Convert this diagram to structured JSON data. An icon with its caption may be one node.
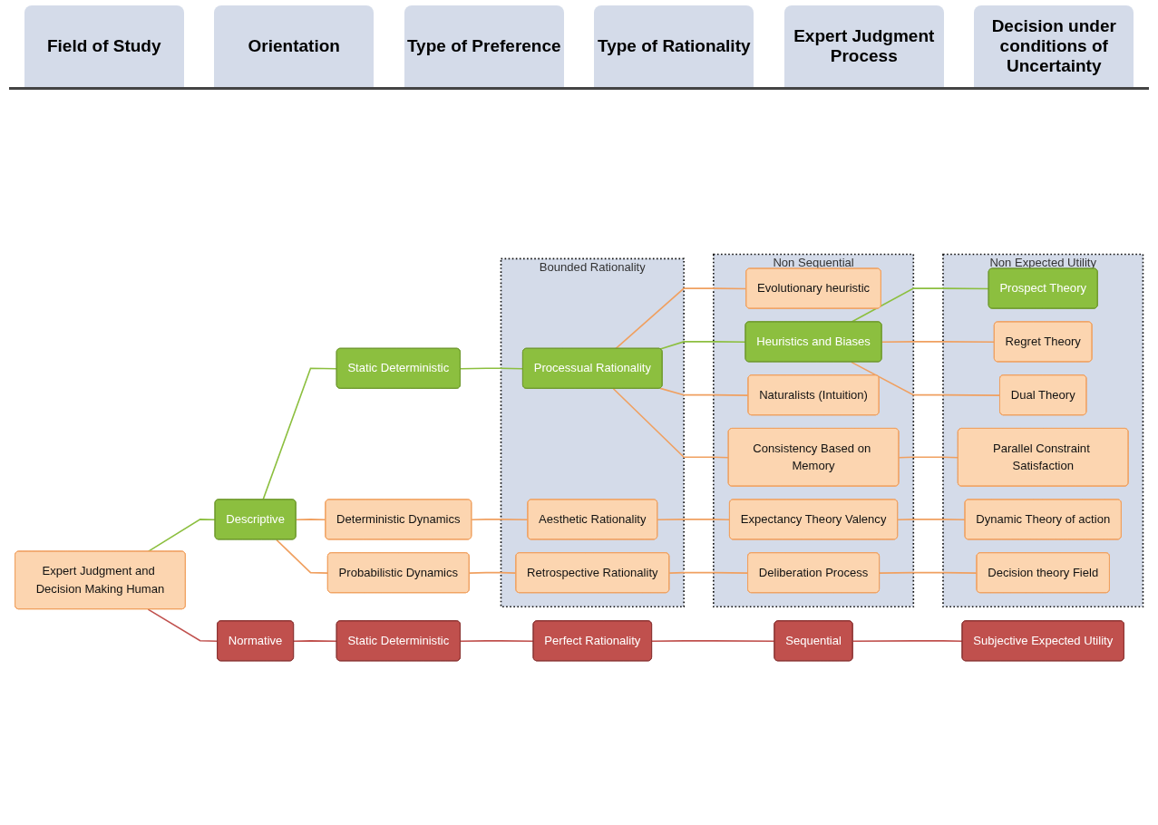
{
  "diagram": {
    "nodes": [
      {
        "text": [
          "Expert Judgment and Decision Making Human"
        ]
      },
      {
        "text": [
          "Normative"
        ]
      },
      {
        "text": [
          "Descriptive"
        ]
      },
      {
        "text": [
          "Static Deterministic"
        ]
      },
      {
        "text": [
          "Static Deterministic"
        ]
      },
      {
        "text": [
          "Deterministic Dynamics"
        ]
      },
      {
        "text": [
          "Probabilistic Dynamics"
        ]
      },
      {
        "text": [
          "Perfect Rationality"
        ]
      },
      {
        "text": [
          "Bounded Rationality"
        ]
      },
      {
        "text": [
          "Processual Rationality"
        ],
        "in": 8
      },
      {
        "text": [
          "Aesthetic Rationality"
        ],
        "in": 8
      },
      {
        "text": [
          "Retrospective Rationality"
        ],
        "in": 8
      },
      {
        "text": [
          "Sequential"
        ]
      },
      {
        "text": [
          "Non Sequential"
        ]
      },
      {
        "text": [
          "Evolutionary heuristic"
        ],
        "in": 13
      },
      {
        "text": [
          "Heuristics and Biases"
        ],
        "in": 13
      },
      {
        "text": [
          "Naturalists (Intuition)"
        ],
        "in": 13
      },
      {
        "text": [
          "Consistency Based on Memory"
        ],
        "in": 13
      },
      {
        "text": [
          "Expectancy Theory Valency"
        ],
        "in": 13
      },
      {
        "text": [
          "Deliberation Process"
        ],
        "in": 13
      },
      {
        "text": [
          "Subjective Expected Utility"
        ]
      },
      {
        "text": [
          "Non Expected Utility"
        ]
      },
      {
        "text": [
          "Prospect Theory"
        ],
        "in": 21
      },
      {
        "text": [
          "Regret Theory"
        ],
        "in": 21
      },
      {
        "text": [
          "Dual Theory"
        ],
        "in": 21
      },
      {
        "text": [
          "Parallel Constraint Satisfaction"
        ],
        "in": 21
      },
      {
        "text": [
          "Dynamic Theory of action"
        ],
        "in": 21
      },
      {
        "text": [
          "Decision theory Field"
        ],
        "in": 21
      }
    ],
    "edges": [
      {
        "from": 0,
        "to": 1,
        "arrow": "none",
        "color": "#c0504d"
      },
      {
        "from": 0,
        "to": 2,
        "arrow": "none",
        "color": "#8cbf3f"
      },
      {
        "from": 1,
        "to": 3,
        "arrow": "none",
        "color": "#c0504d"
      },
      {
        "from": 2,
        "to": 4,
        "arrow": "none",
        "color": "#8cbf3f"
      },
      {
        "from": 2,
        "to": 5,
        "arrow": "none"
      },
      {
        "from": 2,
        "to": 6,
        "arrow": "none"
      },
      {
        "from": 3,
        "to": 7,
        "arrow": "none",
        "color": "#c0504d"
      },
      {
        "from": 4,
        "to": 9,
        "arrow": "none",
        "color": "#8cbf3f"
      },
      {
        "from": 5,
        "to": 10,
        "arrow": "none"
      },
      {
        "from": 6,
        "to": 11,
        "arrow": "none"
      },
      {
        "from": 7,
        "to": 12,
        "arrow": "none",
        "color": "#c0504d"
      },
      {
        "from": 9,
        "to": 14,
        "arrow": "none"
      },
      {
        "from": 9,
        "to": 15,
        "arrow": "none",
        "color": "#8cbf3f"
      },
      {
        "from": 9,
        "to": 16,
        "arrow": "none"
      },
      {
        "from": 9,
        "to": 17,
        "arrow": "none"
      },
      {
        "from": 10,
        "to": 18,
        "arrow": "none"
      },
      {
        "from": 11,
        "to": 19,
        "arrow": "none"
      },
      {
        "from": 12,
        "to": 20,
        "arrow": "none",
        "color": "#c0504d"
      },
      {
        "from": 15,
        "to": 22,
        "arrow": "none",
        "color": "#8cbf3f"
      },
      {
        "from": 15,
        "to": 23,
        "arrow": "none"
      },
      {
        "from": 15,
        "to": 24,
        "arrow": "none"
      },
      {
        "from": 17,
        "to": 25,
        "arrow": "none"
      },
      {
        "from": 18,
        "to": 26,
        "arrow": "none"
      },
      {
        "from": 19,
        "to": 27,
        "arrow": "none"
      }
    ],
    "labels": [
      "Field of Study",
      "Orientation",
      "Type of Preference",
      "Type of Rationality",
      "Expert Judgment Process",
      "Decision under conditions of Uncertainty"
    ]
  }
}
